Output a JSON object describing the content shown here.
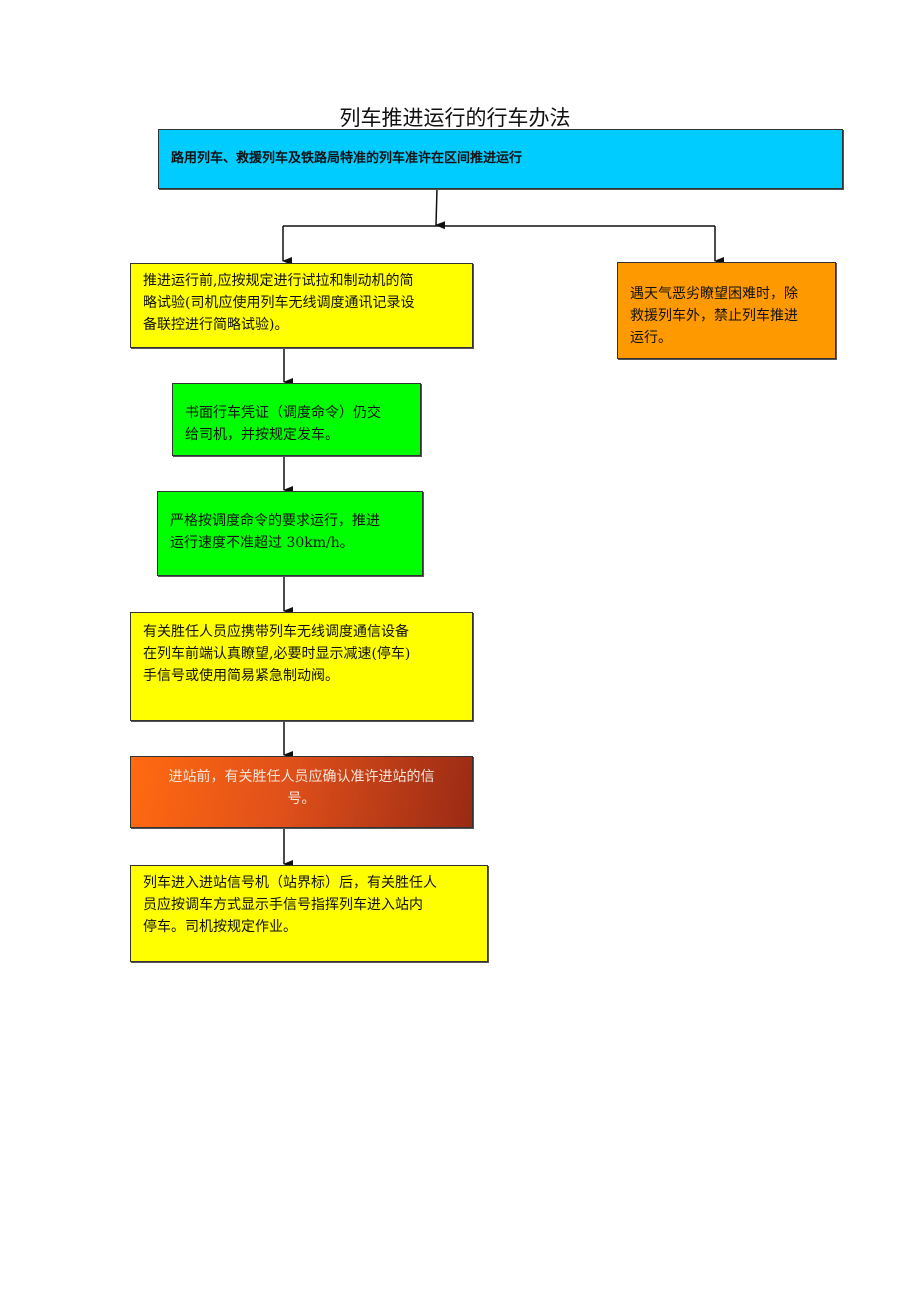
{
  "title": "列车推进运行的行车办法",
  "boxes": {
    "top": {
      "lines": [
        "路用列车、救援列车及铁路局特准的列车准许在区间推进运行"
      ]
    },
    "step1": {
      "lines": [
        "推进运行前,应按规定进行试拉和制动机的简",
        "略试验(司机应使用列车无线调度通讯记录设",
        "备联控进行简略试验)。"
      ]
    },
    "weather": {
      "lines": [
        "遇天气恶劣瞭望困难时，除",
        "救援列车外，禁止列车推进",
        "运行。"
      ]
    },
    "step2": {
      "lines": [
        "书面行车凭证（调度命令）仍交",
        "给司机，并按规定发车。"
      ]
    },
    "step3": {
      "lines": [
        "严格按调度命令的要求运行，推进",
        "运行速度不准超过 30km/h。"
      ]
    },
    "step4": {
      "lines": [
        "有关胜任人员应携带列车无线调度通信设备",
        "在列车前端认真瞭望,必要时显示减速(停车)",
        "手信号或使用简易紧急制动阀。"
      ]
    },
    "step5": {
      "lines": [
        "进站前，有关胜任人员应确认准许进站的信",
        "号。"
      ]
    },
    "step6": {
      "lines": [
        "列车进入进站信号机（站界标）后，有关胜任人",
        "员应按调车方式显示手信号指挥列车进入站内",
        "停车。司机按规定作业。"
      ]
    }
  },
  "colors": {
    "cyan": "#00CCFF",
    "yellow": "#FFFF00",
    "orange": "#FF9900",
    "green": "#00FF00"
  }
}
